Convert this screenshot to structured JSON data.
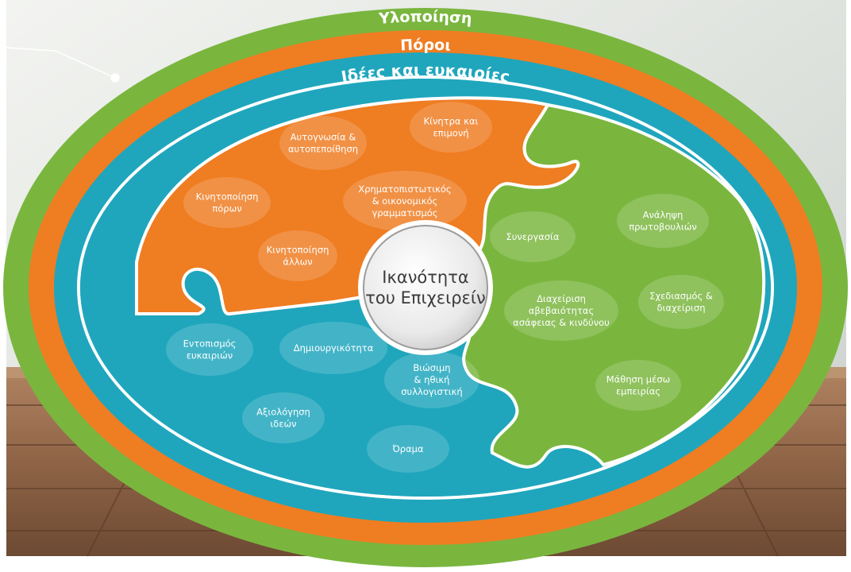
{
  "rings": {
    "outer": {
      "label": "Υλοποίηση",
      "color": "#7ab63e"
    },
    "middle": {
      "label": "Πόροι",
      "color": "#ef7d22"
    },
    "inner": {
      "label": "Ιδέες και ευκαιρίες",
      "color": "#1fa6bd"
    }
  },
  "center": {
    "line1": "Ικανότητα",
    "line2": "του Επιχειρείν"
  },
  "pieces": {
    "resources": {
      "color": "#ef7d22",
      "items": [
        {
          "label": [
            "Αυτογνωσία &",
            "αυτοπεποίθηση"
          ]
        },
        {
          "label": [
            "Κίνητρα και",
            "επιμονή"
          ]
        },
        {
          "label": [
            "Κινητοποίηση",
            "πόρων"
          ]
        },
        {
          "label": [
            "Χρηματοπιστωτικός",
            "& οικονομικός",
            "γραμματισμός"
          ]
        },
        {
          "label": [
            "Κινητοποίηση",
            "άλλων"
          ]
        }
      ]
    },
    "action": {
      "color": "#7ab63e",
      "items": [
        {
          "label": [
            "Ανάληψη",
            "πρωτοβουλιών"
          ]
        },
        {
          "label": [
            "Συνεργασία"
          ]
        },
        {
          "label": [
            "Σχεδιασμός &",
            "διαχείριση"
          ]
        },
        {
          "label": [
            "Διαχείριση",
            "αβεβαιότητας",
            "ασάφειας & κινδύνου"
          ]
        },
        {
          "label": [
            "Μάθηση μέσω",
            "εμπειρίας"
          ]
        }
      ]
    },
    "ideas": {
      "color": "#1fa6bd",
      "items": [
        {
          "label": [
            "Εντοπισμός",
            "ευκαιριών"
          ]
        },
        {
          "label": [
            "Δημιουργικότητα"
          ]
        },
        {
          "label": [
            "Βιώσιμη",
            "& ηθική",
            "συλλογιστική"
          ]
        },
        {
          "label": [
            "Αξιολόγηση",
            "ιδεών"
          ]
        },
        {
          "label": [
            "Όραμα"
          ]
        }
      ]
    }
  }
}
